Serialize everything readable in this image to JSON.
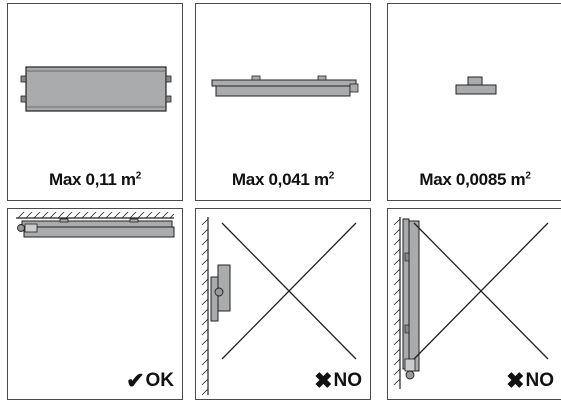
{
  "top_row": [
    {
      "label": "Max 0,11 m",
      "exponent": "2"
    },
    {
      "label": "Max 0,041 m",
      "exponent": "2"
    },
    {
      "label": "Max 0,0085 m",
      "exponent": "2"
    }
  ],
  "bottom_row": [
    {
      "status": "OK",
      "icon": "check-icon",
      "glyph": "✔"
    },
    {
      "status": "NO",
      "icon": "cross-icon",
      "glyph": "✖"
    },
    {
      "status": "NO",
      "icon": "cross-icon",
      "glyph": "✖"
    }
  ],
  "colors": {
    "device_fill": "#a9abad",
    "stroke": "#222222",
    "frame": "#4a4a4a"
  }
}
